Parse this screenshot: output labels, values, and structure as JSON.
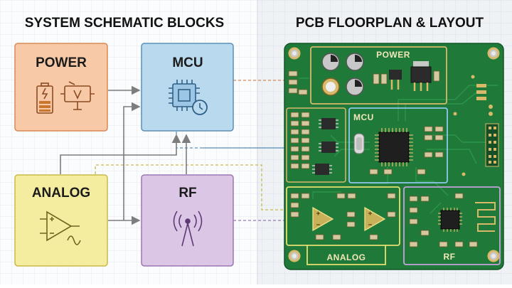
{
  "left_title": "SYSTEM SCHEMATIC BLOCKS",
  "right_title": "PCB FLOORPLAN & LAYOUT",
  "blocks": {
    "power": "POWER",
    "mcu": "MCU",
    "analog": "ANALOG",
    "rf": "RF"
  },
  "pcb_regions": {
    "power": "POWER",
    "mcu": "MCU",
    "analog": "ANALOG",
    "rf": "RF"
  },
  "colors": {
    "power_fill": "#f7c9a6",
    "power_stroke": "#d98a55",
    "mcu_fill": "#b9d9ee",
    "mcu_stroke": "#5b8fb8",
    "analog_fill": "#f4ec9e",
    "analog_stroke": "#c9b94a",
    "rf_fill": "#dcc6e6",
    "rf_stroke": "#9c76b3",
    "pcb_green": "#1f7a3a",
    "pcb_dark": "#17602d",
    "gold": "#d8b96a"
  }
}
